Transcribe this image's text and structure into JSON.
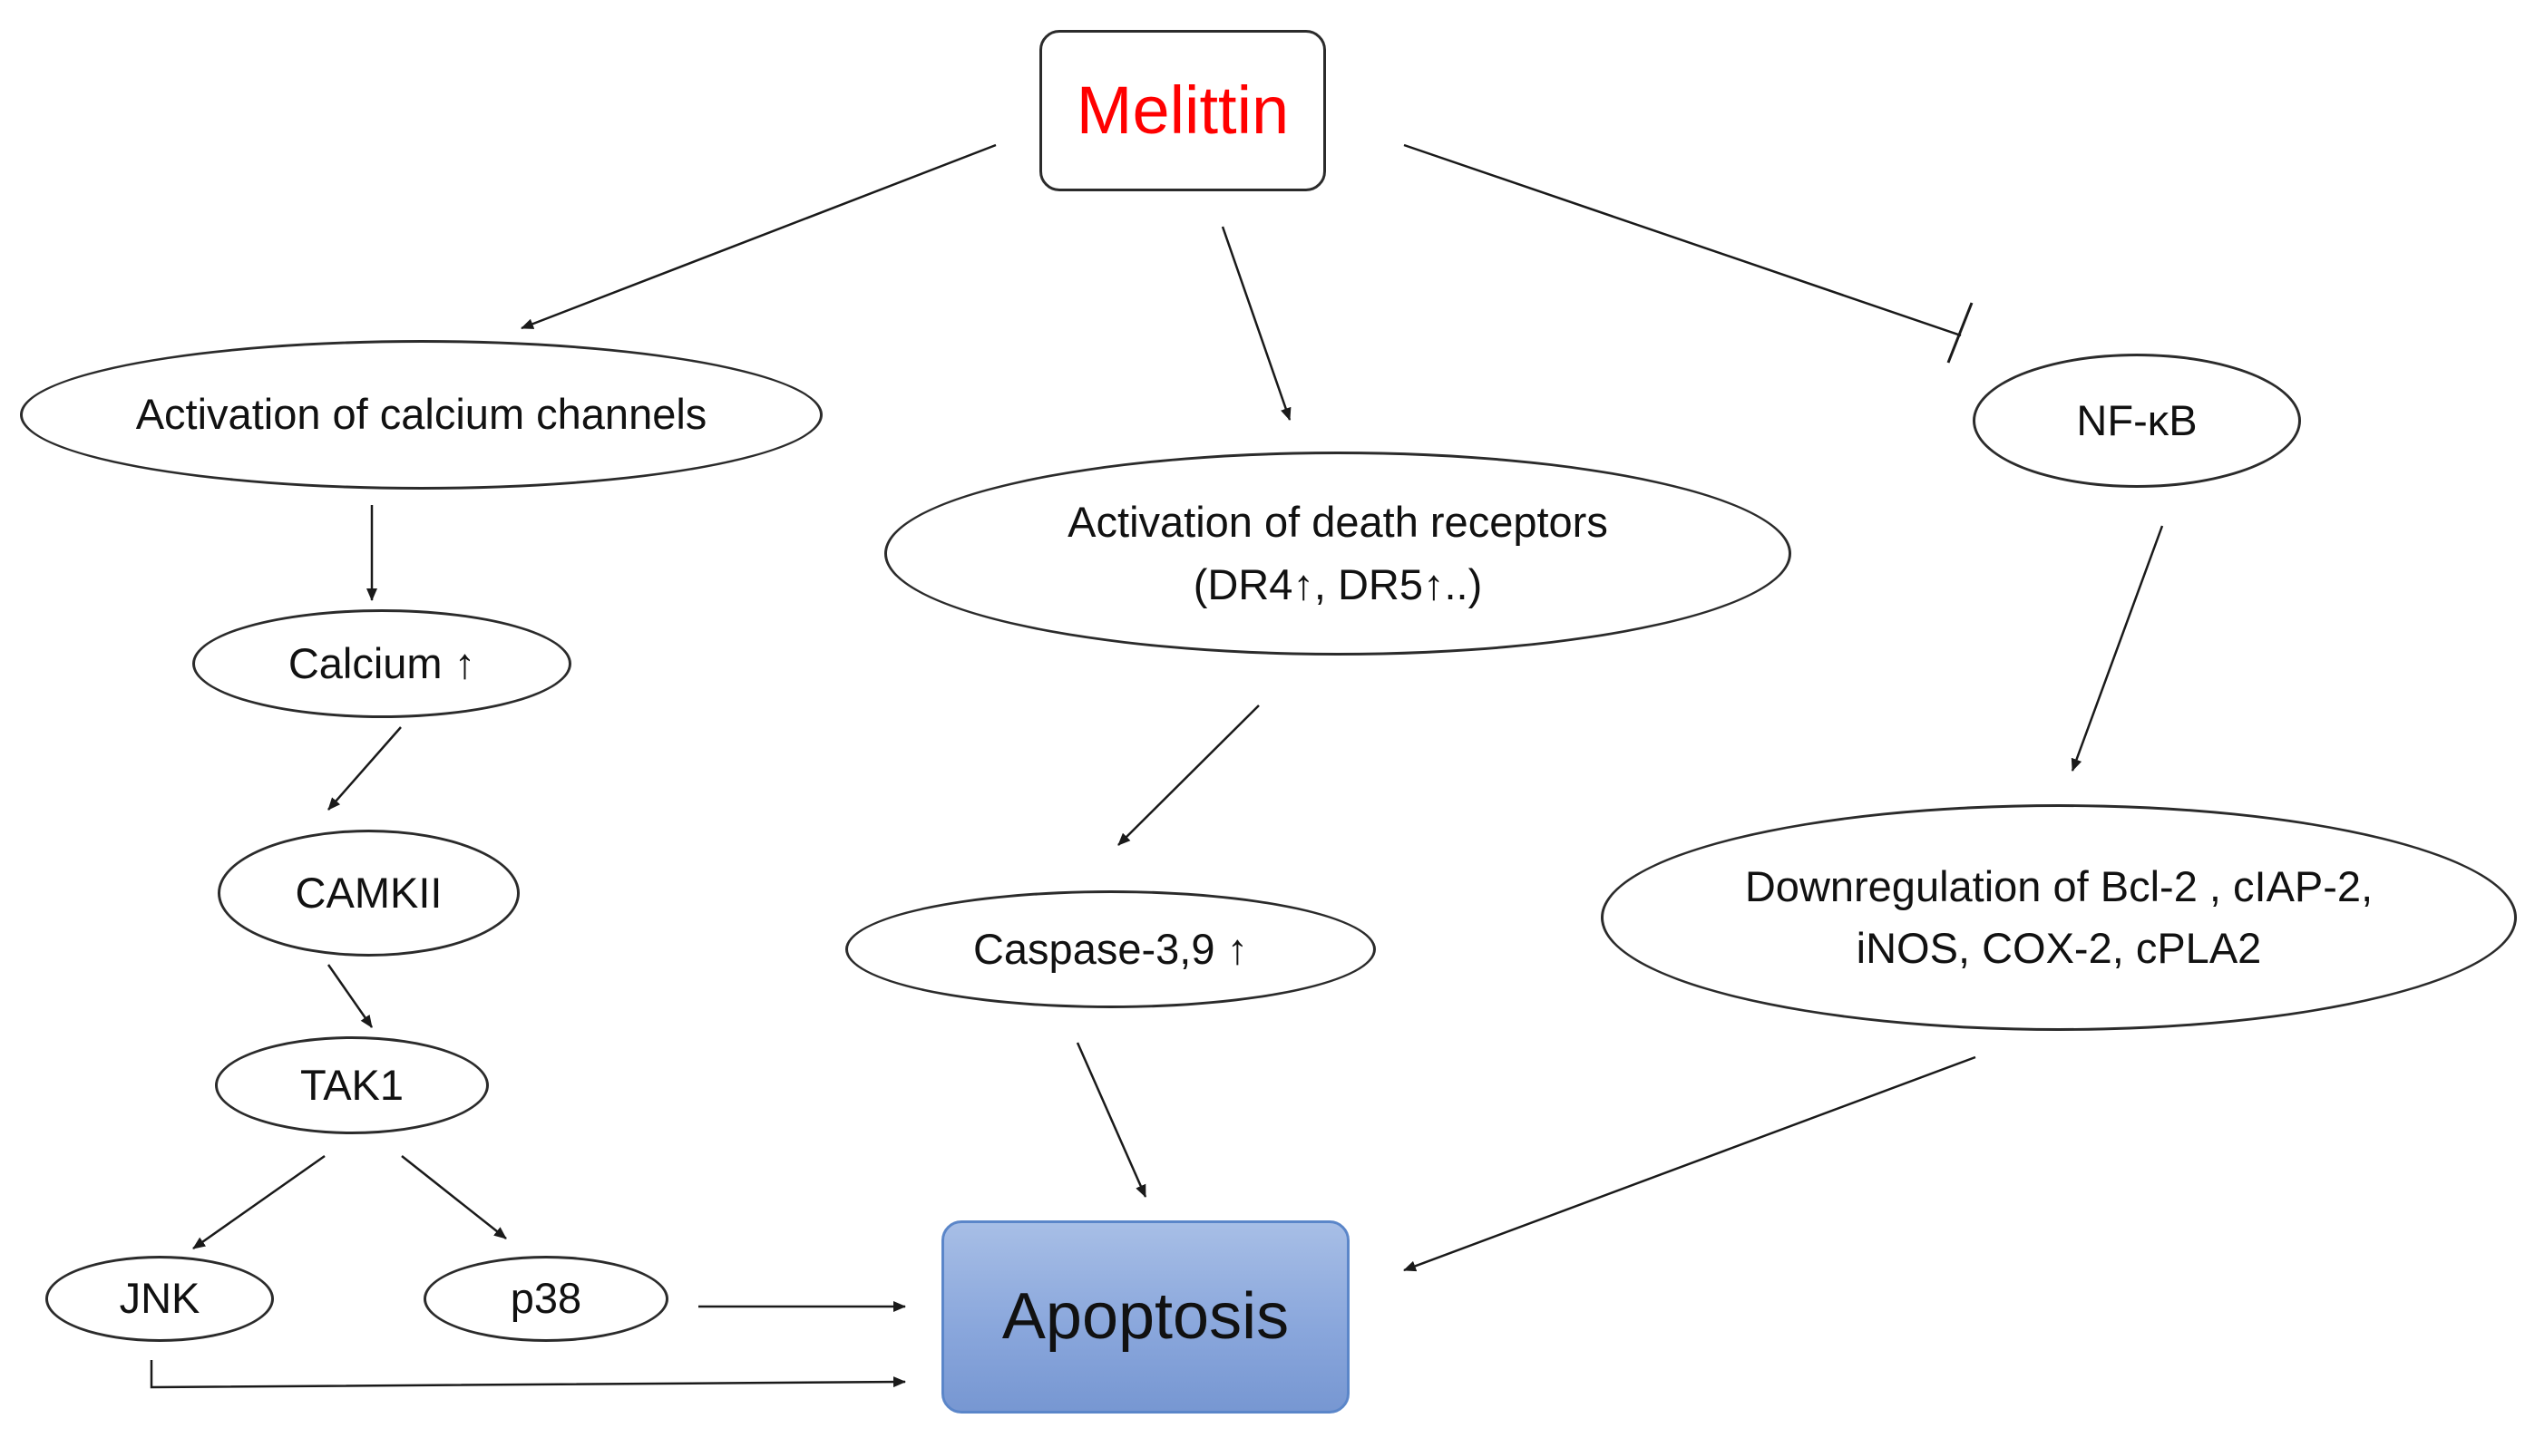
{
  "colors": {
    "title_text": "#ff0000",
    "apoptosis_fill_top": "#a7bee6",
    "apoptosis_fill_bottom": "#7797d2",
    "apoptosis_border": "#5b86c9",
    "edge": "#1a1a1a"
  },
  "nodes": {
    "melittin": "Melittin",
    "calcium_channels": "Activation of calcium channels",
    "death_receptors_line1": "Activation of death receptors",
    "death_receptors_line2": "(DR4↑, DR5↑..)",
    "nfkb": "NF-κB",
    "calcium": "Calcium ↑",
    "camkii": "CAMKII",
    "tak1": "TAK1",
    "jnk": "JNK",
    "p38": "p38",
    "caspase": "Caspase-3,9 ↑",
    "downregulation_line1": "Downregulation of Bcl-2 , cIAP-2,",
    "downregulation_line2": "iNOS, COX-2, cPLA2",
    "apoptosis": "Apoptosis"
  },
  "edges": [
    {
      "from": "melittin",
      "to": "calcium_channels",
      "type": "activation"
    },
    {
      "from": "melittin",
      "to": "death_receptors",
      "type": "activation"
    },
    {
      "from": "melittin",
      "to": "nfkb",
      "type": "inhibition"
    },
    {
      "from": "calcium_channels",
      "to": "calcium",
      "type": "activation"
    },
    {
      "from": "calcium",
      "to": "camkii",
      "type": "activation"
    },
    {
      "from": "camkii",
      "to": "tak1",
      "type": "activation"
    },
    {
      "from": "tak1",
      "to": "jnk",
      "type": "activation"
    },
    {
      "from": "tak1",
      "to": "p38",
      "type": "activation"
    },
    {
      "from": "p38",
      "to": "apoptosis",
      "type": "activation"
    },
    {
      "from": "jnk",
      "to": "apoptosis",
      "type": "activation"
    },
    {
      "from": "death_receptors",
      "to": "caspase",
      "type": "activation"
    },
    {
      "from": "caspase",
      "to": "apoptosis",
      "type": "activation"
    },
    {
      "from": "nfkb",
      "to": "downregulation",
      "type": "activation"
    },
    {
      "from": "downregulation",
      "to": "apoptosis",
      "type": "activation"
    }
  ]
}
